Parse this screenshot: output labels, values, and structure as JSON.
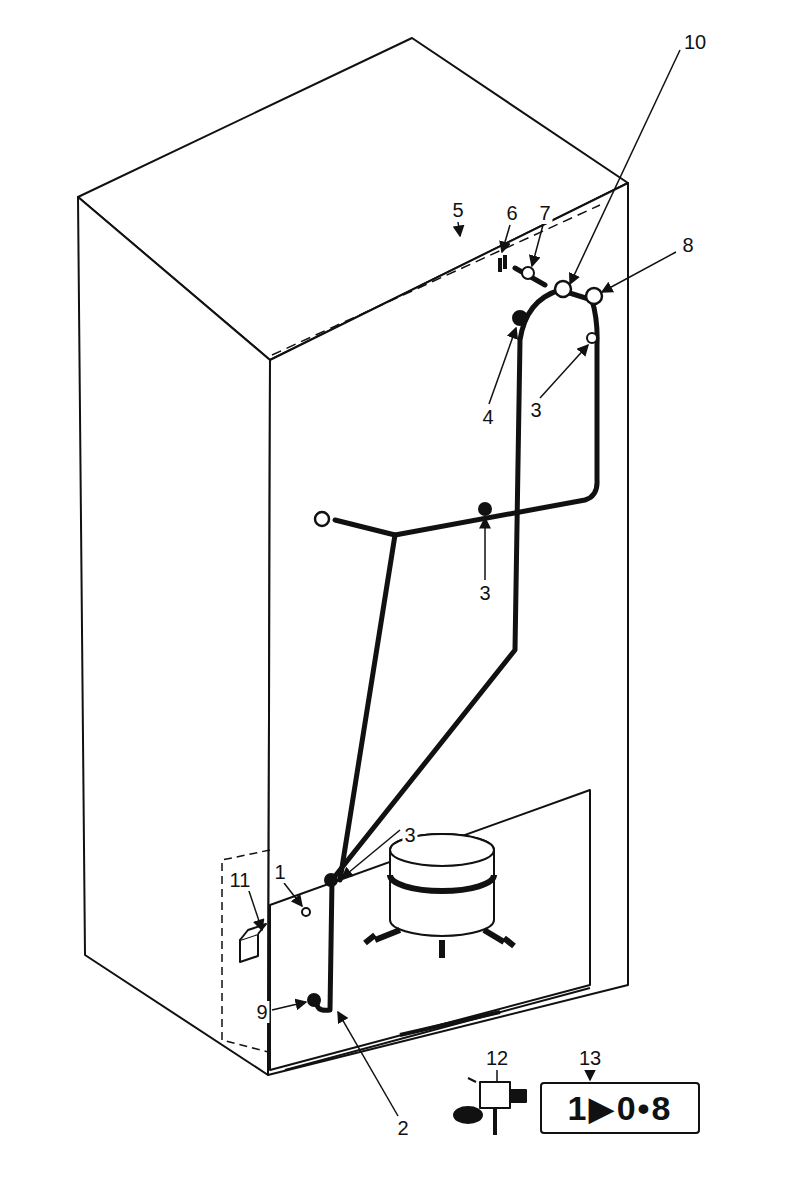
{
  "diagram": {
    "nodes": [
      {
        "text": [
          "1▶0•8"
        ]
      }
    ],
    "labels": [
      "5",
      "6",
      "7",
      "10",
      "8",
      "4",
      "3",
      "3",
      "3",
      "11",
      "1",
      "9",
      "2",
      "12",
      "13"
    ]
  }
}
